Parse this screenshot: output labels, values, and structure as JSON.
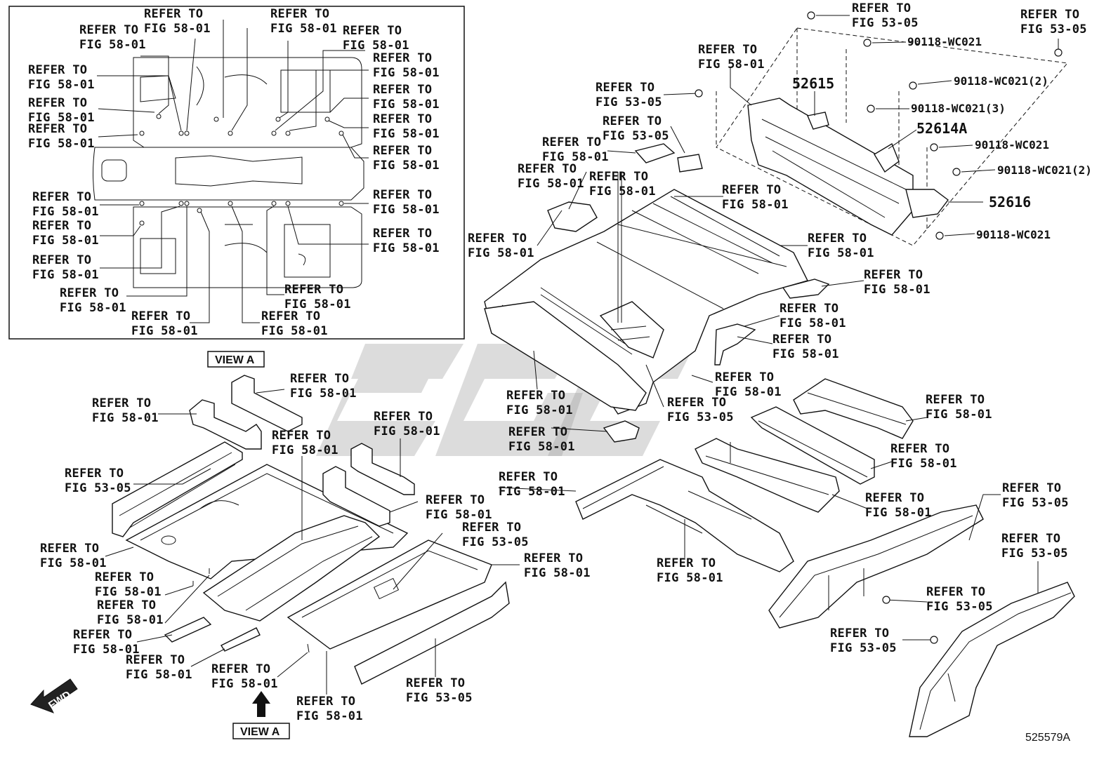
{
  "diagram_code": "525579A",
  "view_labels": [
    "VIEW A",
    "VIEW A"
  ],
  "fwd_label": "FWD",
  "part_numbers": {
    "p52615": "52615",
    "p52614A": "52614A",
    "p52616": "52616"
  },
  "bolts": {
    "b1": "90118-WC021",
    "b2": "90118-WC021(2)",
    "b3": "90118-WC021(3)",
    "b4": "90118-WC021",
    "b5": "90118-WC021(2)",
    "b6": "90118-WC021"
  },
  "refs": {
    "r5801": [
      "REFER TO",
      "FIG 58-01"
    ],
    "r5305": [
      "REFER TO",
      "FIG 53-05"
    ]
  }
}
